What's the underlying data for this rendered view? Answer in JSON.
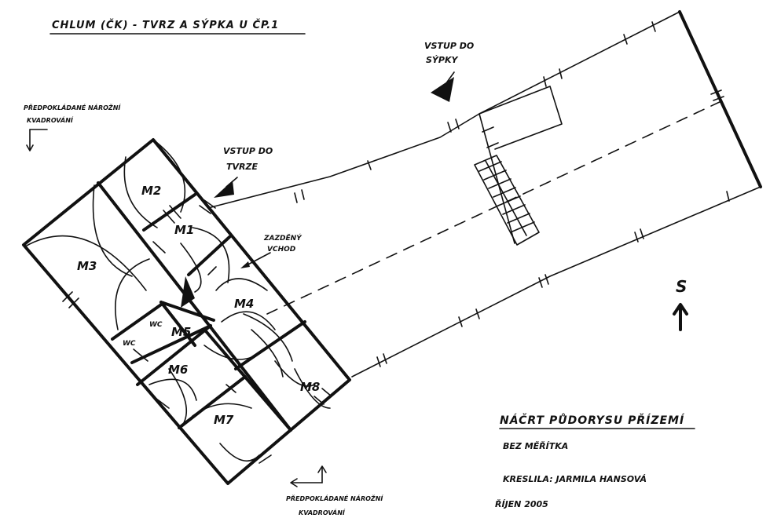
{
  "title": "CHLUM (ČK) - TVRZ A SÝPKA U ČP.1",
  "entrances": {
    "granary": [
      "VSTUP DO",
      "SÝPKY"
    ],
    "fortress": [
      "VSTUP DO",
      "TVRZE"
    ],
    "walled": [
      "ZAZDĚNÝ",
      "VCHOD"
    ]
  },
  "vaulting_notes": {
    "left": [
      "PŘEDPOKLÁDANÉ NÁROŽNÍ",
      "KVADROVÁNÍ"
    ],
    "bottom": [
      "PŘEDPOKLÁDANÉ NÁROŽNÍ",
      "KVADROVÁNÍ"
    ]
  },
  "rooms": [
    "M1",
    "M2",
    "M3",
    "M4",
    "M5",
    "M6",
    "M7",
    "M8",
    "WC",
    "WC"
  ],
  "north_label": "S",
  "caption": {
    "title": "NÁČRT PŮDORYSU PŘÍZEMÍ",
    "scale": "BEZ MĚŘÍTKA",
    "author": "KRESLILA: JARMILA HANSOVÁ",
    "date": "ŘÍJEN 2005"
  },
  "colors": {
    "ink": "#111111",
    "paper": "#ffffff"
  }
}
